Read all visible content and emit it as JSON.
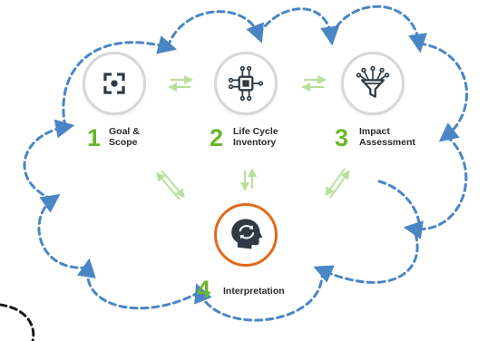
{
  "steps": [
    {
      "number": "1",
      "label": "Goal &\nScope",
      "icon": "viewfinder-focus-icon"
    },
    {
      "number": "2",
      "label": "Life Cycle\nInventory",
      "icon": "circuit-chip-icon"
    },
    {
      "number": "3",
      "label": "Impact\nAssessment",
      "icon": "funnel-network-icon"
    },
    {
      "number": "4",
      "label": "Interpretation",
      "icon": "head-refresh-icon"
    }
  ],
  "colors": {
    "accent_green": "#6ab72c",
    "arrow_green": "#b9df9a",
    "cloud_dash_blue": "#4a86c5",
    "node_border_grey": "#d7d7d7",
    "node_border_orange": "#e06a1e",
    "label_text": "#2b2b2b",
    "icon_dark": "#2f3a44"
  }
}
